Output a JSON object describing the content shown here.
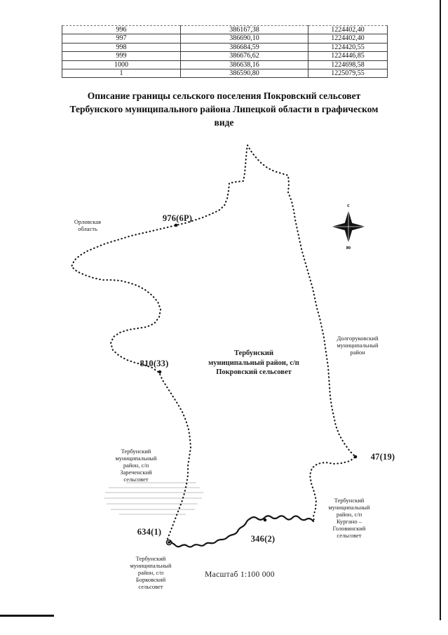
{
  "document": {
    "coordinate_table": {
      "rows": [
        {
          "point": "996",
          "x": "386167,38",
          "y": "1224402,40"
        },
        {
          "point": "997",
          "x": "386690,10",
          "y": "1224402,40"
        },
        {
          "point": "998",
          "x": "386684,59",
          "y": "1224420,55"
        },
        {
          "point": "999",
          "x": "386676,62",
          "y": "1224446,85"
        },
        {
          "point": "1000",
          "x": "386638,16",
          "y": "1224698,58"
        },
        {
          "point": "1",
          "x": "386590,80",
          "y": "1225079,55"
        }
      ]
    },
    "title": "Описание границы сельского поселения Покровский сельсовет\nТербунского муниципального района Липецкой области в графическом\nвиде",
    "map": {
      "region_labels": {
        "orlovskaya": "Орловская\nобласть",
        "dolgorukovsky": "Долгоруковский\nмуниципальный\nрайон",
        "center": "Тербунский\nмуниципальный район, с/п\nПокровский сельсовет",
        "zarechensky": "Тербунский\nмуниципальный\nрайон, с/п\nЗареченский\nсельсовет",
        "kurgano": "Тербунский\nмуниципальный\nрайон, с/п\nКургано –\nГоловинский\nсельсовет",
        "borkovsky": "Тербунский\nмуниципальный\nрайон, с/п\nБорковский\nсельсовет"
      },
      "point_labels": {
        "p976": "976(6Р)",
        "p810": "810(33)",
        "p47": "47(19)",
        "p634": "634(1)",
        "p346": "346(2)"
      },
      "scale": "Масштаб 1:100 000",
      "compass": {
        "north": "с",
        "south": "ю"
      }
    },
    "colors": {
      "ink": "#161616",
      "paper": "#ffffff"
    }
  }
}
